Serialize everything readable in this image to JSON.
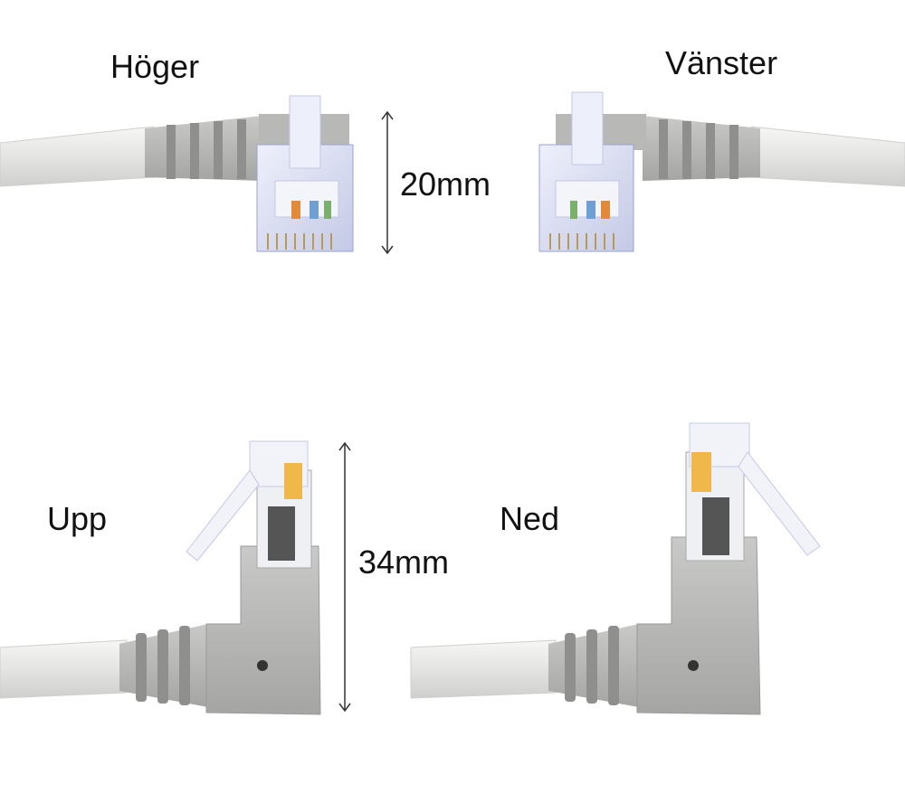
{
  "labels": {
    "hoger": "Höger",
    "vanster": "Vänster",
    "upp": "Upp",
    "ned": "Ned"
  },
  "dimensions": {
    "top": "20mm",
    "bottom": "34mm"
  },
  "colors": {
    "cable": "#e7e7e5",
    "boot": "#b8b8b6",
    "boot_dark": "#8f8f8d",
    "plug": "#d8dcef",
    "contact": "#c99a3c"
  }
}
